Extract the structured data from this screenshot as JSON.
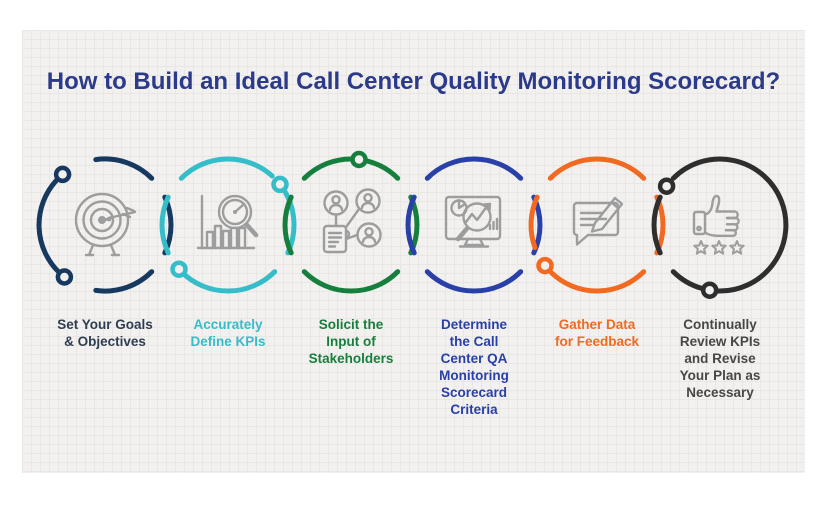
{
  "title": {
    "text": "How to Build an Ideal Call Center Quality Monitoring Scorecard?",
    "color": "#2b3a8a"
  },
  "canvas": {
    "page_bg": "#ffffff",
    "card_bg": "#f2f1ef",
    "grid_line": "#e8e7e4",
    "icon_stroke": "#9d9d9d"
  },
  "steps": [
    {
      "label": "Set Your Goals & Objectives",
      "lines": [
        "Set Your Goals",
        "& Objectives"
      ],
      "ring_color": "#17395f",
      "label_color": "#2f3d52",
      "icon": "target-icon"
    },
    {
      "label": "Accurately Define KPIs",
      "lines": [
        "Accurately",
        "Define KPIs"
      ],
      "ring_color": "#35bdc9",
      "label_color": "#35bdc9",
      "icon": "kpi-analysis-icon"
    },
    {
      "label": "Solicit the Input of Stakeholders",
      "lines": [
        "Solicit the",
        "Input of",
        "Stakeholders"
      ],
      "ring_color": "#177f3e",
      "label_color": "#177f3e",
      "icon": "stakeholders-network-icon"
    },
    {
      "label": "Determine the Call Center QA Monitoring Scorecard Criteria",
      "lines": [
        "Determine",
        "the Call",
        "Center QA",
        "Monitoring",
        "Scorecard",
        "Criteria"
      ],
      "ring_color": "#2940a8",
      "label_color": "#2940a8",
      "icon": "monitor-analytics-icon"
    },
    {
      "label": "Gather Data for Feedback",
      "lines": [
        "Gather Data",
        "for Feedback"
      ],
      "ring_color": "#f26a21",
      "label_color": "#f26a21",
      "icon": "feedback-note-icon"
    },
    {
      "label": "Continually Review KPIs and Revise Your Plan as Necessary",
      "lines": [
        "Continually",
        "Review KPIs",
        "and Revise",
        "Your Plan as",
        "Necessary"
      ],
      "ring_color": "#2e2e2e",
      "label_color": "#474747",
      "icon": "thumbs-up-rating-icon"
    }
  ]
}
